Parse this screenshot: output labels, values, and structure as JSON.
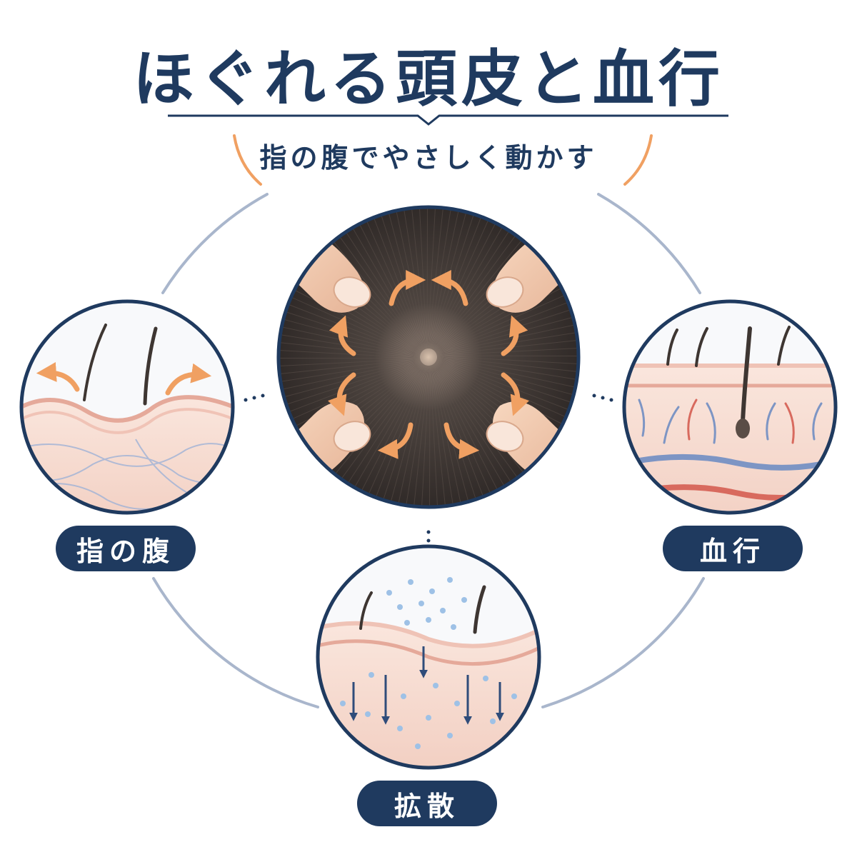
{
  "title": "ほぐれる頭皮と血行",
  "subtitle": "指の腹でやさしく動かす",
  "labels": {
    "finger_pad": "指の腹",
    "circulation": "血行",
    "diffusion": "拡散"
  },
  "colors": {
    "navy": "#1f3a5f",
    "orange_accent": "#f0a062",
    "ring": "#a9b6cc",
    "skin": "#f6d9cc",
    "vein_blue": "#7d95c4",
    "artery_red": "#d86a5e",
    "hair_dark": "#3e3632"
  },
  "icons": {
    "massage_arrows": "curved-arrow-icon",
    "down_arrows": "down-arrow-icon"
  }
}
